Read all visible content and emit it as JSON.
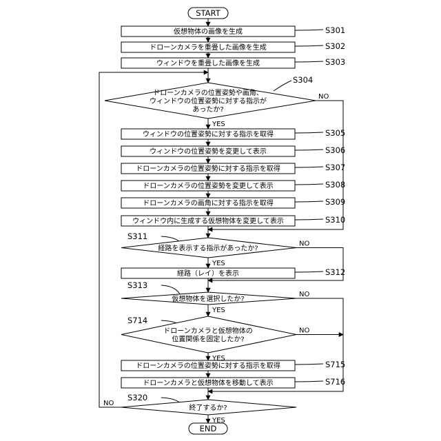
{
  "terminals": {
    "start": "START",
    "end": "END"
  },
  "boxes": [
    {
      "id": "s301",
      "text": "仮想物体の画像を生成",
      "step": "S301"
    },
    {
      "id": "s302",
      "text": "ドローンカメラを重畳した画像を生成",
      "step": "S302"
    },
    {
      "id": "s303",
      "text": "ウィンドウを重畳した画像を生成",
      "step": "S303"
    },
    {
      "id": "s305",
      "text": "ウィンドウの位置姿勢に対する指示を取得",
      "step": "S305"
    },
    {
      "id": "s306",
      "text": "ウィンドウの位置姿勢を変更して表示",
      "step": "S306"
    },
    {
      "id": "s307",
      "text": "ドローンカメラの位置姿勢に対する指示を取得",
      "step": "S307"
    },
    {
      "id": "s308",
      "text": "ドローンカメラの位置姿勢を変更して表示",
      "step": "S308"
    },
    {
      "id": "s309",
      "text": "ドローンカメラの画角に対する指示を取得",
      "step": "S309"
    },
    {
      "id": "s310",
      "text": "ウィンドウ内に生成する仮想物体を変更して表示",
      "step": "S310"
    },
    {
      "id": "s312",
      "text": "経路（レイ）を表示",
      "step": "S312"
    },
    {
      "id": "s715",
      "text": "ドローンカメラの位置姿勢に対する指示を取得",
      "step": "S715"
    },
    {
      "id": "s716",
      "text": "ドローンカメラと仮想物体を移動して表示",
      "step": "S716"
    }
  ],
  "decisions": [
    {
      "id": "s304",
      "lines": [
        "ドローンカメラの位置姿勢や画角、",
        "ウィンドウの位置姿勢に対する指示が",
        "あったか?"
      ],
      "step": "S304",
      "yes": "YES",
      "no": "NO"
    },
    {
      "id": "s311",
      "lines": [
        "経路を表示する指示があったか?"
      ],
      "step": "S311",
      "yes": "YES",
      "no": "NO"
    },
    {
      "id": "s313",
      "lines": [
        "仮想物体を選択したか?"
      ],
      "step": "S313",
      "yes": "YES",
      "no": "NO"
    },
    {
      "id": "s714",
      "lines": [
        "ドローンカメラと仮想物体の",
        "位置関係を固定したか?"
      ],
      "step": "S714",
      "yes": "YES",
      "no": "NO"
    },
    {
      "id": "s320",
      "lines": [
        "終了するか?"
      ],
      "step": "S320",
      "yes": "YES",
      "no": "NO"
    }
  ]
}
